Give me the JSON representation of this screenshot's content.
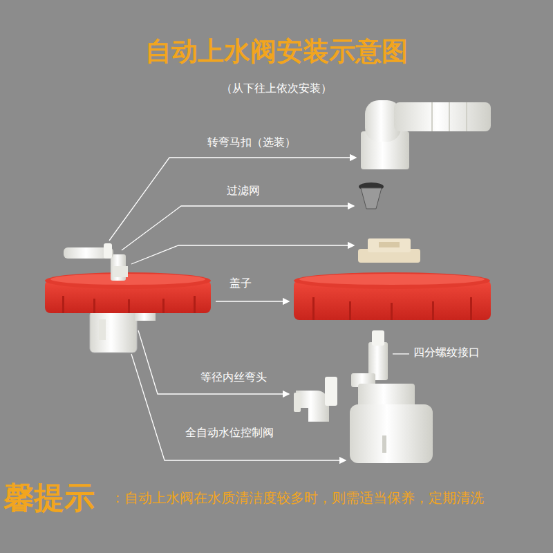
{
  "diagram": {
    "title": "自动上水阀安装示意图",
    "labels": [
      "（从下往上依次安装）",
      "转弯马扣（选装）",
      "过滤网",
      "盖子",
      "四分螺纹接口",
      "等径内丝弯头",
      "全自动水位控制阀",
      "馨提示",
      "：自动上水阀在水质清洁度较多时，则需适当保养，定期清洗"
    ]
  }
}
